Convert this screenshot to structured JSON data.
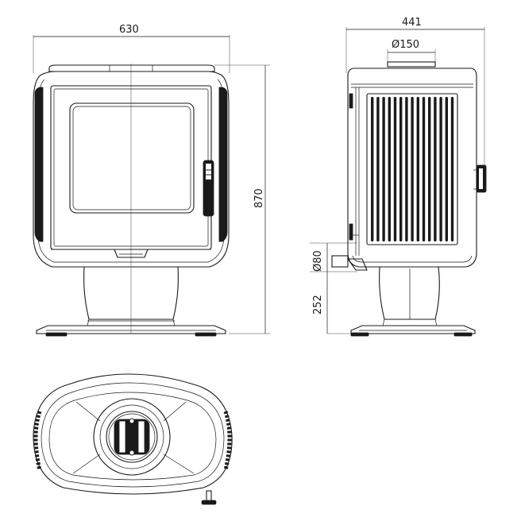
{
  "dimensions": {
    "front_width": "630",
    "height": "870",
    "side_depth": "441",
    "flue_diameter": "Ø150",
    "air_inlet_diameter": "Ø80",
    "air_inlet_height": "252"
  },
  "colors": {
    "line": "#1a1a1a",
    "background": "#ffffff"
  }
}
